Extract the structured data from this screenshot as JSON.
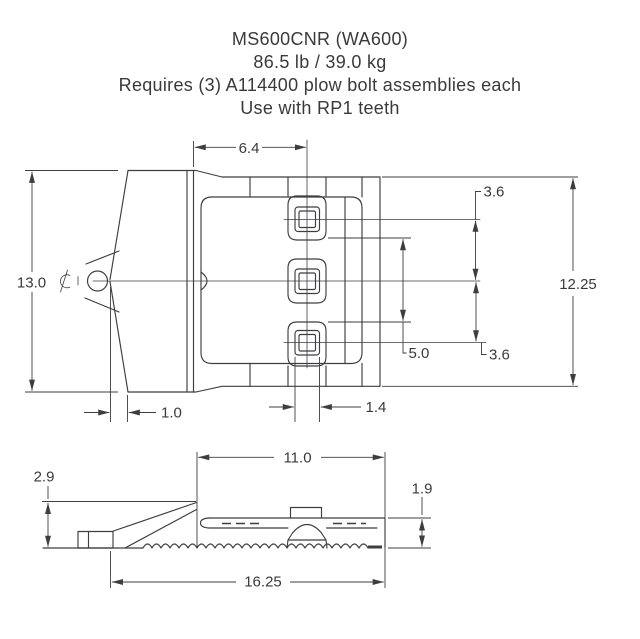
{
  "title_block": {
    "model": "MS600CNR (WA600)",
    "weight": "86.5 lb / 39.0 kg",
    "requirement": "Requires (3) A114400 plow bolt assemblies each",
    "usage": "Use with RP1 teeth"
  },
  "colors": {
    "line": "#3e3e40",
    "text": "#3a3a3c",
    "background": "#ffffff"
  },
  "top_view": {
    "front_to_bolt_center": "6.4",
    "overall_width": "13.0",
    "flange_width": "12.25",
    "bolt_pitch_upper": "3.6",
    "bolt_pitch_lower": "3.6",
    "boss_clearance": "5.0",
    "nose_tip_offset": "1.0",
    "bolt_hole_width": "1.4"
  },
  "side_view": {
    "wedge_height": "2.9",
    "shim_length": "11.0",
    "shim_thickness": "1.9",
    "overall_length": "16.25"
  }
}
